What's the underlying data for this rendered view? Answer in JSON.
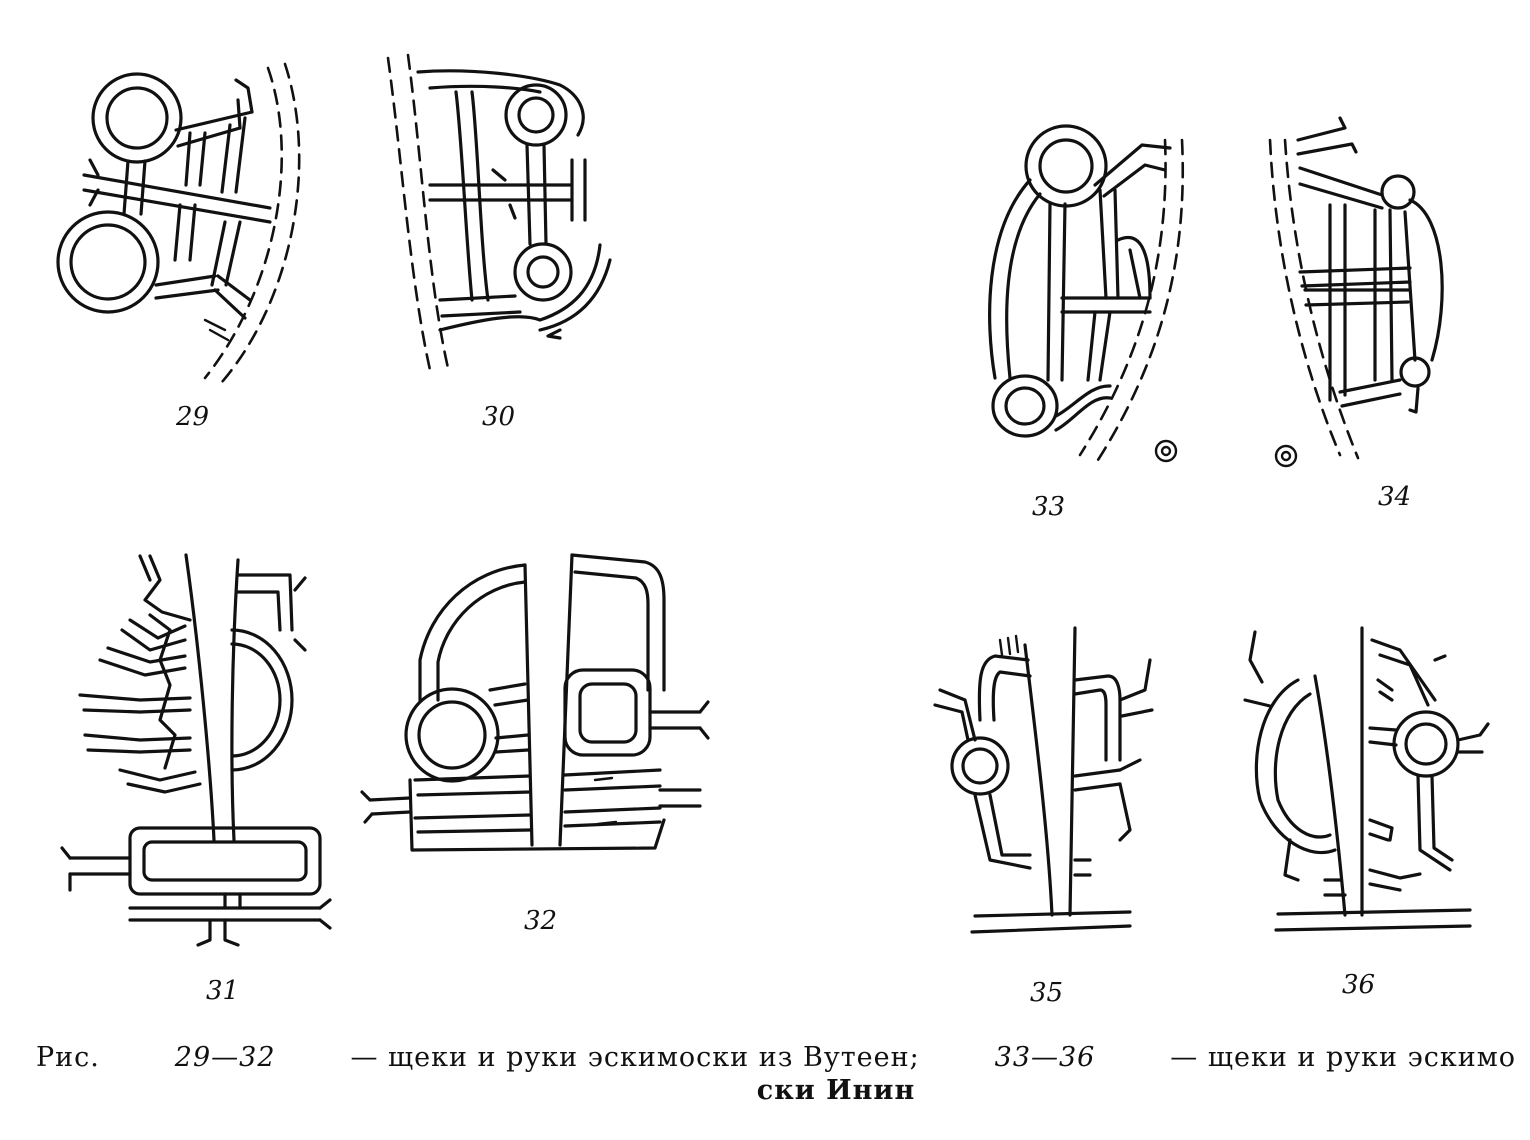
{
  "figure_numbers": {
    "f29": "29",
    "f30": "30",
    "f31": "31",
    "f32": "32",
    "f33": "33",
    "f34": "34",
    "f35": "35",
    "f36": "36"
  },
  "caption": {
    "prefix": "Рис.",
    "range_1": "29—32",
    "text_1": "— щеки и руки эскимоски из Вутеен;",
    "range_2": "33—36",
    "text_2": "— щеки и руки эскимо",
    "line_2": "ски Инин"
  }
}
